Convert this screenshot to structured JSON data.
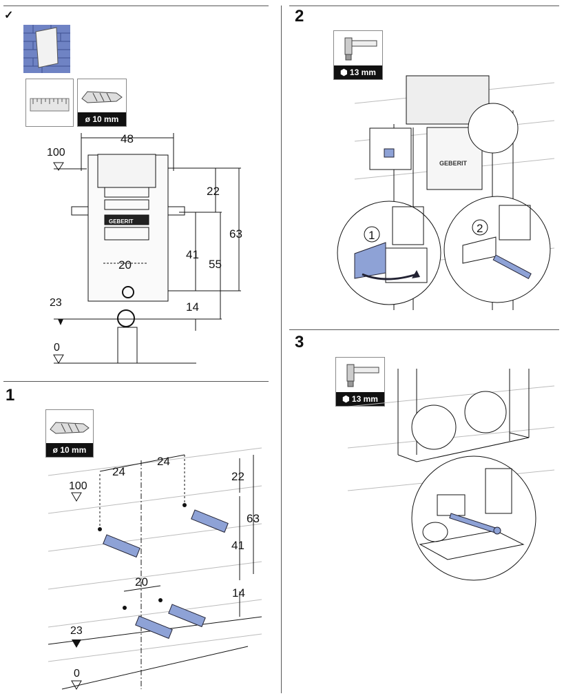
{
  "check_mark": "✓",
  "steps": [
    {
      "number": "1",
      "tool_label": "ø 10 mm"
    },
    {
      "number": "2",
      "tool_label": "13 mm"
    },
    {
      "number": "3",
      "tool_label": "13 mm"
    }
  ],
  "overview": {
    "drill_label": "ø 10 mm",
    "dim_width": "48",
    "dim_22": "22",
    "dim_63": "63",
    "dim_41": "41",
    "dim_55": "55",
    "dim_20": "20",
    "dim_14": "14",
    "level_100": "100",
    "level_23": "23",
    "level_0": "0",
    "brand": "GEBERIT"
  },
  "step1": {
    "dim_24a": "24",
    "dim_24b": "24",
    "dim_22": "22",
    "dim_63": "63",
    "dim_41": "41",
    "dim_20": "20",
    "dim_14": "14",
    "level_100": "100",
    "level_23": "23",
    "level_0": "0"
  },
  "step2": {
    "callout_1": "1",
    "callout_2": "2",
    "brand": "GEBERIT"
  }
}
